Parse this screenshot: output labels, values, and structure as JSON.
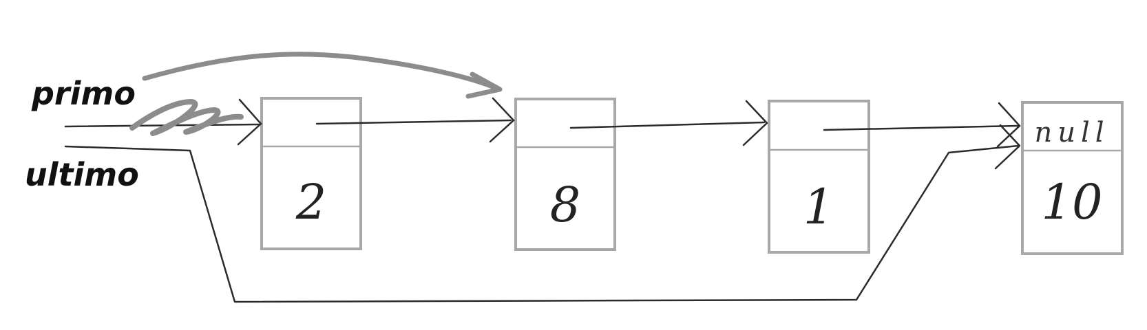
{
  "pointers": {
    "head_label": "primo",
    "tail_label": "ultimo"
  },
  "nodes": [
    {
      "value": "2",
      "next": ""
    },
    {
      "value": "8",
      "next": ""
    },
    {
      "value": "1",
      "next": ""
    },
    {
      "value": "10",
      "next": "null"
    }
  ],
  "colors": {
    "box_stroke": "#a8a8a8",
    "arrow": "#2b2b2b",
    "strike_arrow": "#8c8c8c",
    "text": "#111111"
  }
}
